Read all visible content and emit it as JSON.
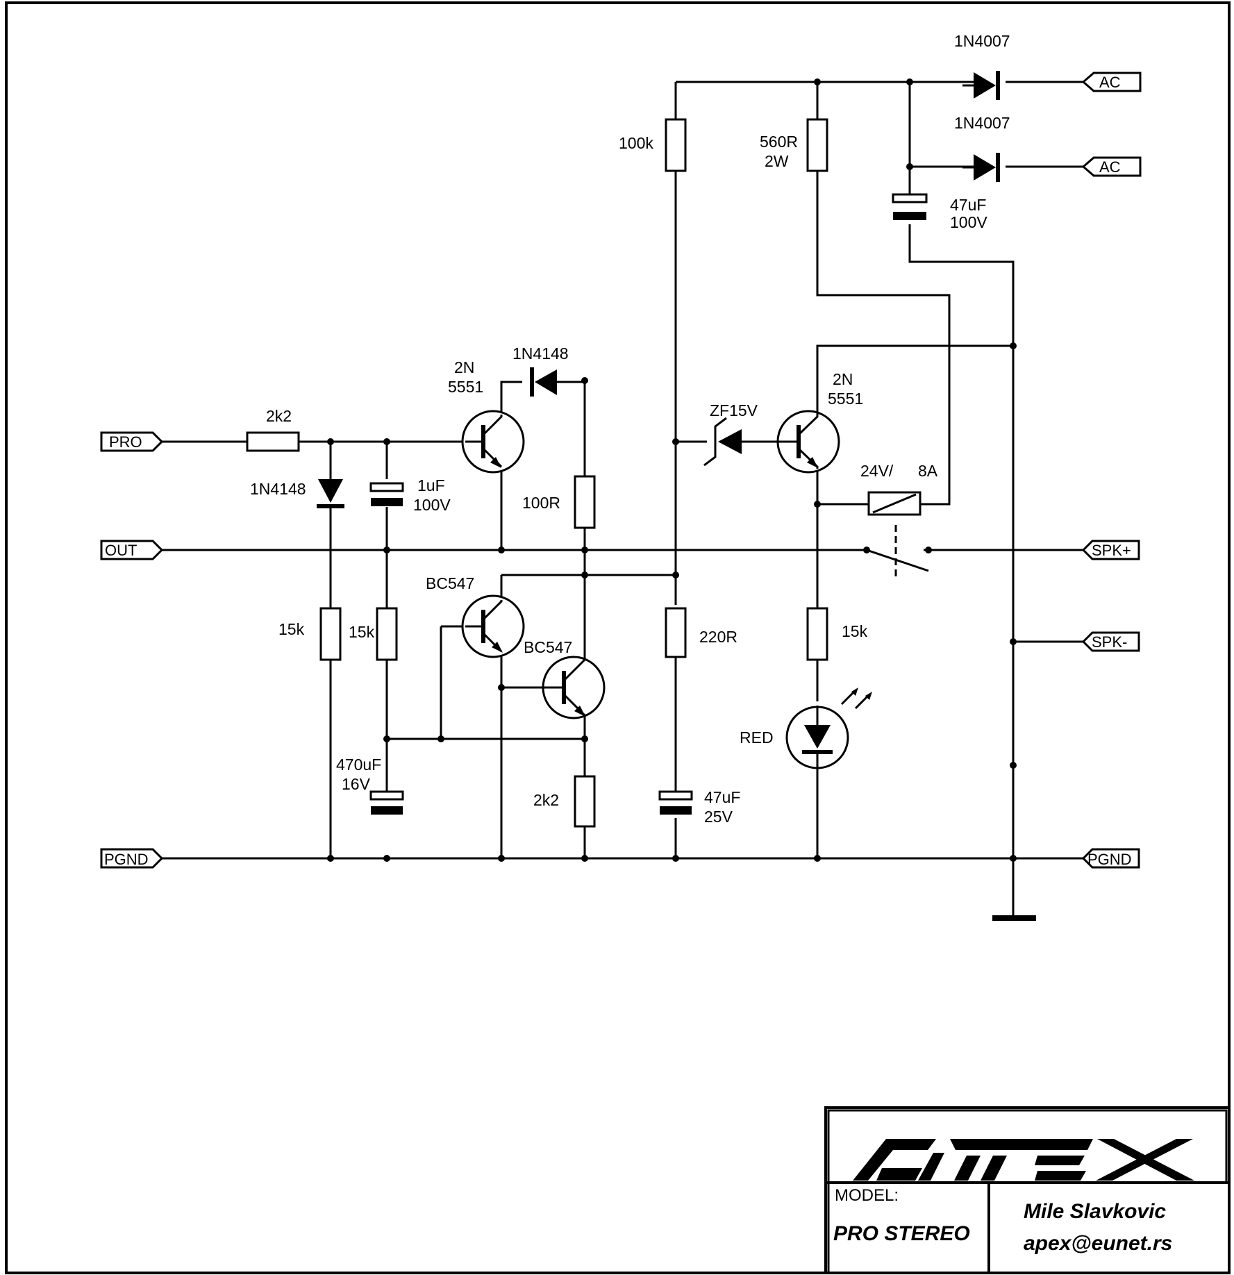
{
  "labels": {
    "d_ac1": "1N4007",
    "d_ac2": "1N4007",
    "c_100v_val": "47uF",
    "c_100v_volt": "100V",
    "r_100k": "100k",
    "r_560_val": "560R",
    "r_560_pwr": "2W",
    "q1_a": "2N",
    "q1_b": "5551",
    "d_1n4148_top": "1N4148",
    "r_2k2_in": "2k2",
    "d_1n4148_in": "1N4148",
    "c_1uf_val": "1uF",
    "c_1uf_volt": "100V",
    "r_100r": "100R",
    "q2": "BC547",
    "q3": "BC547",
    "r_15k_a": "15k",
    "r_15k_b": "15k",
    "c_470_val": "470uF",
    "c_470_volt": "16V",
    "r_2k2_low": "2k2",
    "r_220r": "220R",
    "c_47_25_val": "47uF",
    "c_47_25_volt": "25V",
    "zener": "ZF15V",
    "q4_a": "2N",
    "q4_b": "5551",
    "relay_v": "24V/",
    "relay_a": "8A",
    "r_15k_led": "15k",
    "led": "RED"
  },
  "ports": {
    "ac1": "AC",
    "ac2": "AC",
    "pro": "PRO",
    "out": "OUT",
    "pgnd_l": "PGND",
    "spk_plus": "SPK+",
    "spk_minus": "SPK-",
    "pgnd_r": "PGND"
  },
  "title_block": {
    "logo": "APEX",
    "model_label": "MODEL:",
    "model_name": "PRO STEREO",
    "author": "Mile Slavkovic",
    "email": "apex@eunet.rs"
  }
}
